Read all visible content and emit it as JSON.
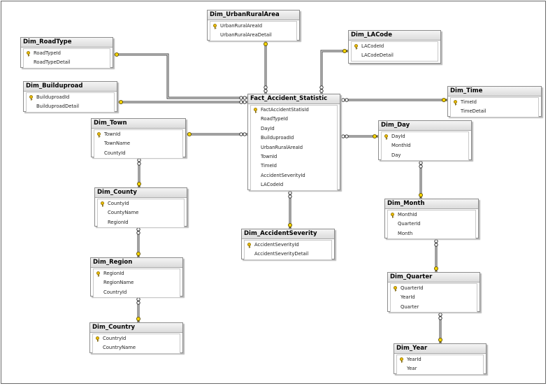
{
  "tables": [
    {
      "id": "Dim_UrbanRuralArea",
      "title": "Dim_UrbanRuralArea",
      "columns": [
        {
          "name": "UrbanRuralAreaId",
          "pk": true
        },
        {
          "name": "UrbanRuralAreaDetail",
          "pk": false
        }
      ]
    },
    {
      "id": "Dim_LACode",
      "title": "Dim_LACode",
      "columns": [
        {
          "name": "LACodeId",
          "pk": true
        },
        {
          "name": "LACodeDetail",
          "pk": false
        }
      ]
    },
    {
      "id": "Dim_RoadType",
      "title": "Dim_RoadType",
      "columns": [
        {
          "name": "RoadTypeId",
          "pk": true
        },
        {
          "name": "RoadTypeDetail",
          "pk": false
        }
      ]
    },
    {
      "id": "Dim_Builduproad",
      "title": "Dim_Builduproad",
      "columns": [
        {
          "name": "BuilduproadId",
          "pk": true
        },
        {
          "name": "BuilduproadDetail",
          "pk": false
        }
      ]
    },
    {
      "id": "Dim_Time",
      "title": "Dim_Time",
      "columns": [
        {
          "name": "TimeId",
          "pk": true
        },
        {
          "name": "TimeDetail",
          "pk": false
        }
      ]
    },
    {
      "id": "Fact_Accident_Statistic",
      "title": "Fact_Accident_Statistic",
      "columns": [
        {
          "name": "FactAccidentStatisId",
          "pk": true
        },
        {
          "name": "RoadTypeId",
          "pk": false
        },
        {
          "name": "DayId",
          "pk": false
        },
        {
          "name": "BuilduproadId",
          "pk": false
        },
        {
          "name": "UrbanRuralAreaId",
          "pk": false
        },
        {
          "name": "TownId",
          "pk": false
        },
        {
          "name": "TimeId",
          "pk": false
        },
        {
          "name": "AccidentSeverityId",
          "pk": false
        },
        {
          "name": "LACodeId",
          "pk": false
        }
      ]
    },
    {
      "id": "Dim_Town",
      "title": "Dim_Town",
      "columns": [
        {
          "name": "TownId",
          "pk": true
        },
        {
          "name": "TownName",
          "pk": false
        },
        {
          "name": "CountyId",
          "pk": false
        }
      ]
    },
    {
      "id": "Dim_Day",
      "title": "Dim_Day",
      "columns": [
        {
          "name": "DayId",
          "pk": true
        },
        {
          "name": "MonthId",
          "pk": false
        },
        {
          "name": "Day",
          "pk": false
        }
      ]
    },
    {
      "id": "Dim_County",
      "title": "Dim_County",
      "columns": [
        {
          "name": "CountyId",
          "pk": true
        },
        {
          "name": "CountyName",
          "pk": false
        },
        {
          "name": "RegionId",
          "pk": false
        }
      ]
    },
    {
      "id": "Dim_Month",
      "title": "Dim_Month",
      "columns": [
        {
          "name": "MonthId",
          "pk": true
        },
        {
          "name": "QuarterId",
          "pk": false
        },
        {
          "name": "Month",
          "pk": false
        }
      ]
    },
    {
      "id": "Dim_AccidentSeverity",
      "title": "Dim_AccidentSeverity",
      "columns": [
        {
          "name": "AccidentSeverityId",
          "pk": true
        },
        {
          "name": "AccidentSeverityDetail",
          "pk": false
        }
      ]
    },
    {
      "id": "Dim_Region",
      "title": "Dim_Region",
      "columns": [
        {
          "name": "RegionId",
          "pk": true
        },
        {
          "name": "RegionName",
          "pk": false
        },
        {
          "name": "CountryId",
          "pk": false
        }
      ]
    },
    {
      "id": "Dim_Quarter",
      "title": "Dim_Quarter",
      "columns": [
        {
          "name": "QuarterId",
          "pk": true
        },
        {
          "name": "YearId",
          "pk": false
        },
        {
          "name": "Quarter",
          "pk": false
        }
      ]
    },
    {
      "id": "Dim_Country",
      "title": "Dim_Country",
      "columns": [
        {
          "name": "CountryId",
          "pk": true
        },
        {
          "name": "CountryName",
          "pk": false
        }
      ]
    },
    {
      "id": "Dim_Year",
      "title": "Dim_Year",
      "columns": [
        {
          "name": "YearId",
          "pk": true
        },
        {
          "name": "Year",
          "pk": false
        }
      ]
    }
  ],
  "relationships": [
    {
      "from": "Fact_Accident_Statistic",
      "to": "Dim_UrbanRuralArea"
    },
    {
      "from": "Fact_Accident_Statistic",
      "to": "Dim_LACode"
    },
    {
      "from": "Fact_Accident_Statistic",
      "to": "Dim_RoadType"
    },
    {
      "from": "Fact_Accident_Statistic",
      "to": "Dim_Builduproad"
    },
    {
      "from": "Fact_Accident_Statistic",
      "to": "Dim_Time"
    },
    {
      "from": "Fact_Accident_Statistic",
      "to": "Dim_Town"
    },
    {
      "from": "Fact_Accident_Statistic",
      "to": "Dim_Day"
    },
    {
      "from": "Fact_Accident_Statistic",
      "to": "Dim_AccidentSeverity"
    },
    {
      "from": "Dim_Town",
      "to": "Dim_County"
    },
    {
      "from": "Dim_County",
      "to": "Dim_Region"
    },
    {
      "from": "Dim_Region",
      "to": "Dim_Country"
    },
    {
      "from": "Dim_Day",
      "to": "Dim_Month"
    },
    {
      "from": "Dim_Month",
      "to": "Dim_Quarter"
    },
    {
      "from": "Dim_Quarter",
      "to": "Dim_Year"
    }
  ],
  "colors": {
    "pk_key": "#e6b800",
    "fk_end": "#f3d200",
    "line": "#404040"
  }
}
